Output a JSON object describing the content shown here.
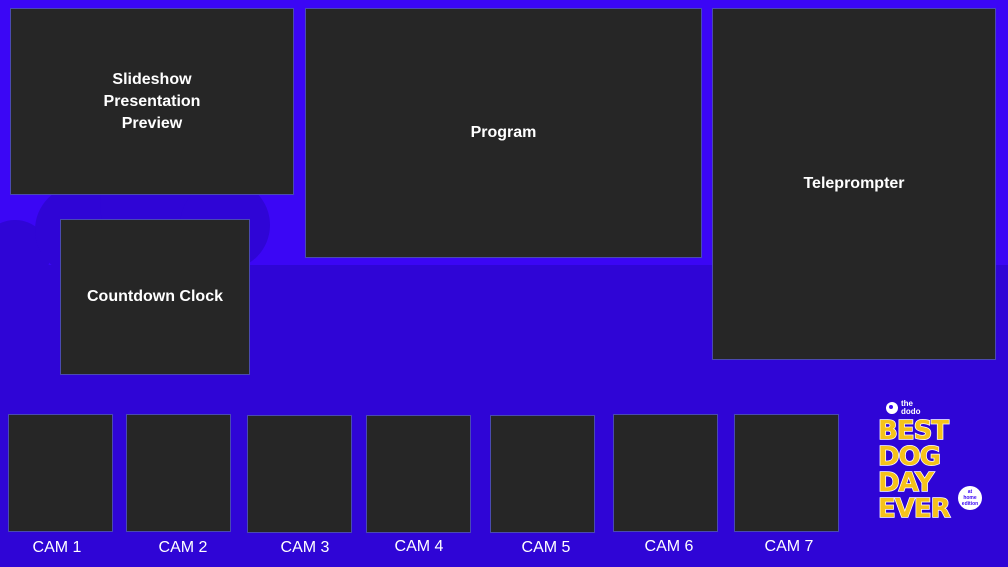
{
  "panels": {
    "slideshow": "Slideshow\nPresentation\nPreview",
    "program": "Program",
    "teleprompter": "Teleprompter",
    "countdown": "Countdown Clock"
  },
  "cams": [
    {
      "label": "CAM 1"
    },
    {
      "label": "CAM 2"
    },
    {
      "label": "CAM 3"
    },
    {
      "label": "CAM 4"
    },
    {
      "label": "CAM 5"
    },
    {
      "label": "CAM 6"
    },
    {
      "label": "CAM 7"
    }
  ],
  "logo": {
    "brand": "the\ndodo",
    "line1": "BEST",
    "line2": "DOG",
    "line3": "DAY",
    "line4": "EVER",
    "badge": "at\nhome\nedition"
  },
  "colors": {
    "background": "#3b06f5",
    "panel": "#262626",
    "logo_yellow": "#f5c21b"
  }
}
